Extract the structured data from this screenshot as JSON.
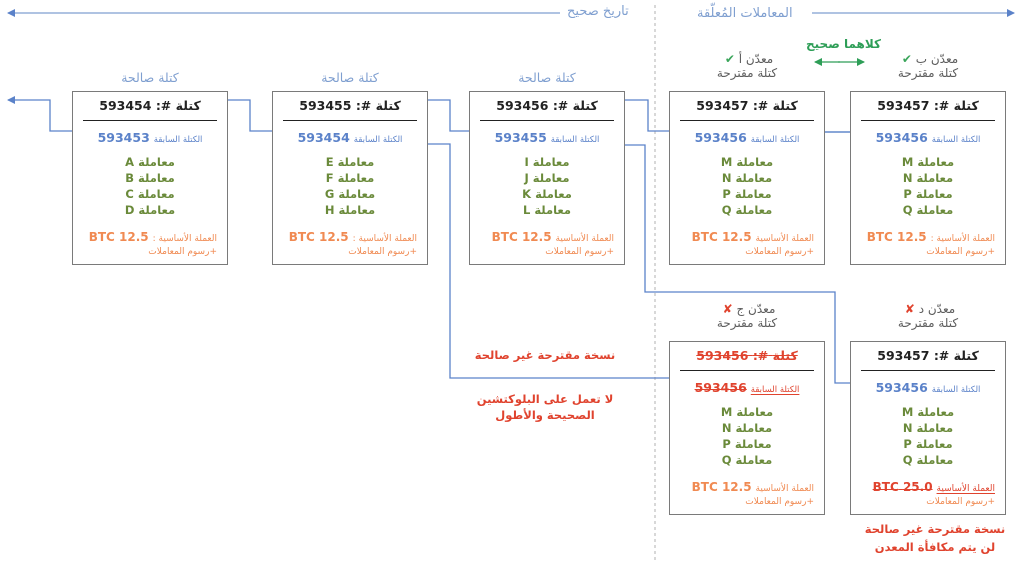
{
  "header": {
    "pending": "المعاملات المُعلّقة",
    "correct_history": "تاريخ صحيح"
  },
  "colors": {
    "blue": "#5b82c9",
    "green_tx": "#6a8a3a",
    "orange": "#f08a52",
    "red": "#e0432e",
    "check": "#3aa55a"
  },
  "agreement": "كلاهما صحيح",
  "blocks": [
    {
      "id": "b54",
      "label": "كتلة صالحة",
      "miner": "",
      "mark": "",
      "height_prefix": "#:",
      "height": "593454",
      "block_word": "كتلة",
      "prev_label": "الكتلة السابقة",
      "prev": "593453",
      "tx_word": "معاملة",
      "txs": [
        "A",
        "B",
        "C",
        "D"
      ],
      "reward_label": "العملة الأساسية :",
      "reward": "12.5 BTC",
      "fees": "+رسوم المعاملات"
    },
    {
      "id": "b55",
      "label": "كتلة صالحة",
      "miner": "",
      "mark": "",
      "height_prefix": "#:",
      "height": "593455",
      "block_word": "كتلة",
      "prev_label": "الكتلة السابقة",
      "prev": "593454",
      "tx_word": "معاملة",
      "txs": [
        "E",
        "F",
        "G",
        "H"
      ],
      "reward_label": "العملة الأساسية :",
      "reward": "12.5 BTC",
      "fees": "+رسوم المعاملات"
    },
    {
      "id": "b56",
      "label": "كتلة صالحة",
      "miner": "",
      "mark": "",
      "height_prefix": "#:",
      "height": "593456",
      "block_word": "كتلة",
      "prev_label": "الكتلة السابقة",
      "prev": "593455",
      "tx_word": "معاملة",
      "txs": [
        "I",
        "J",
        "K",
        "L"
      ],
      "reward_label": "العملة الأساسية",
      "reward": "12.5 BTC",
      "fees": "+رسوم المعاملات"
    },
    {
      "id": "bA",
      "label": "كتلة مقترحة",
      "miner": "معدّن أ",
      "mark": "✔",
      "height_prefix": "#:",
      "height": "593457",
      "block_word": "كتلة",
      "prev_label": "الكتلة السابقة",
      "prev": "593456",
      "tx_word": "معاملة",
      "txs": [
        "M",
        "N",
        "P",
        "Q"
      ],
      "reward_label": "العملة الأساسية",
      "reward": "12.5 BTC",
      "fees": "+رسوم المعاملات"
    },
    {
      "id": "bB",
      "label": "كتلة مقترحة",
      "miner": "معدّن ب",
      "mark": "✔",
      "height_prefix": "#:",
      "height": "593457",
      "block_word": "كتلة",
      "prev_label": "الكتلة السابقة",
      "prev": "593456",
      "tx_word": "معاملة",
      "txs": [
        "M",
        "N",
        "P",
        "Q"
      ],
      "reward_label": "العملة الأساسية :",
      "reward": "12.5 BTC",
      "fees": "+رسوم المعاملات"
    },
    {
      "id": "bC",
      "label": "كتلة مقترحة",
      "miner": "معدّن ج",
      "mark": "✘",
      "height_prefix": "#:",
      "height": "593456",
      "block_word": "كتلة",
      "prev_label": "الكتلة السابقة",
      "prev": "593456",
      "tx_word": "معاملة",
      "txs": [
        "M",
        "N",
        "P",
        "Q"
      ],
      "reward_label": "العملة الأساسية",
      "reward": "12.5 BTC",
      "fees": "+رسوم المعاملات"
    },
    {
      "id": "bD",
      "label": "كتلة مقترحة",
      "miner": "معدّن د",
      "mark": "✘",
      "height_prefix": "#:",
      "height": "593457",
      "block_word": "كتلة",
      "prev_label": "الكتلة السابقة",
      "prev": "593456",
      "tx_word": "معاملة",
      "txs": [
        "M",
        "N",
        "P",
        "Q"
      ],
      "reward_label": "العملة الأساسية",
      "reward": "25.0 BTC",
      "fees": "+رسوم المعاملات"
    }
  ],
  "notes": {
    "c_invalid": "نسخة مقترحة غير صالحة",
    "c_reason_1": "لا تعمل على البلوكتشين",
    "c_reason_2": "الصحيحة والأطول",
    "d_invalid": "نسخة مقترحة غير صالحة",
    "d_reason": "لن يتم مكافأة المعدن"
  }
}
